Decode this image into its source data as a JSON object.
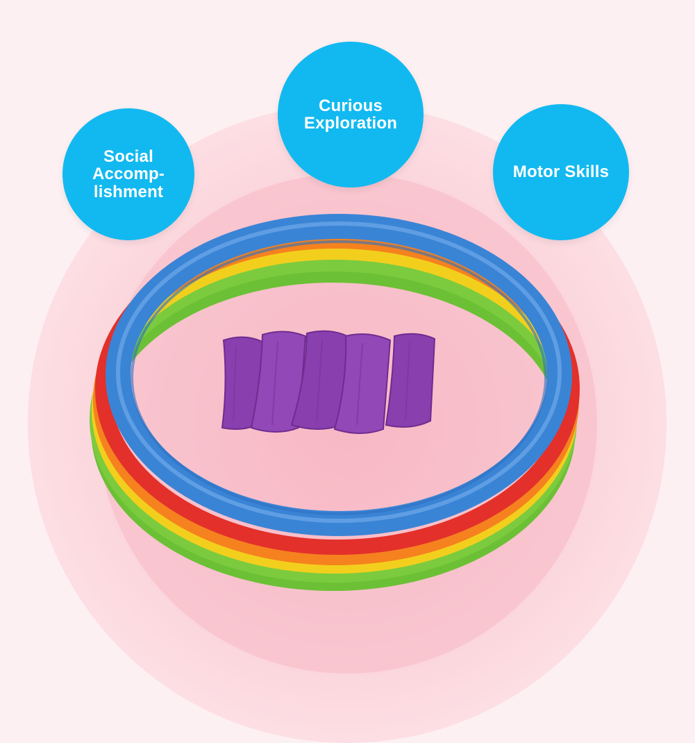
{
  "bubbles": {
    "social": {
      "lines": [
        "Social",
        "Accomp-",
        "lishment"
      ]
    },
    "curious": {
      "lines": [
        "Curious",
        "Exploration"
      ]
    },
    "motor": {
      "lines": [
        "Motor Skills"
      ]
    }
  },
  "colors": {
    "bubble": "#12b9f0",
    "ring_blue": "#3c86d8",
    "ring_red": "#e8322a",
    "ring_orange": "#f5821f",
    "ring_yellow": "#f4d21e",
    "ring_green": "#76c83a",
    "bag_purple": "#8a3fae"
  },
  "icons": [
    "agility-rings-illustration",
    "bean-bag-icon"
  ]
}
